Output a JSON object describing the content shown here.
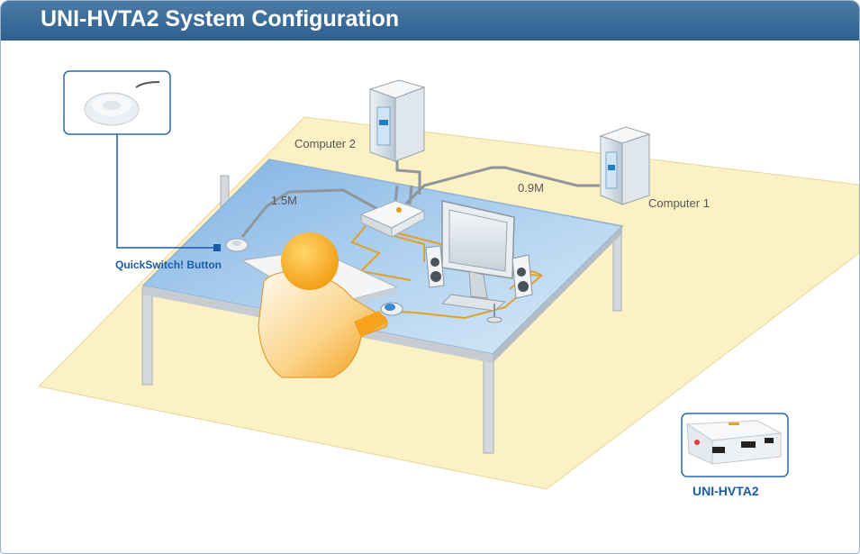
{
  "header": {
    "title": "UNI-HVTA2 System Configuration"
  },
  "labels": {
    "computer_2": "Computer 2",
    "computer_1": "Computer 1",
    "cable_left": "1.5M",
    "cable_right": "0.9M",
    "quickswitch": "QuickSwitch! Button",
    "product": "UNI-HVTA2"
  },
  "colors": {
    "header": "#3b6b98",
    "floor": "#fbf1c4",
    "desk": "#9cc3ea",
    "callout_border": "#2a6aa8",
    "cable": "#e0a02a",
    "person": "#f6a21c"
  }
}
